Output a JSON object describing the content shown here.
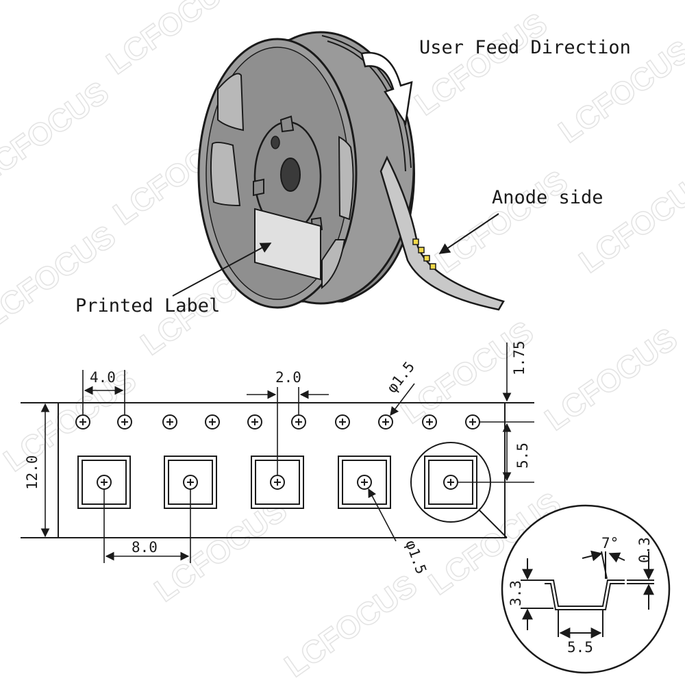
{
  "watermark": "LCFOCUS",
  "labels": {
    "feed_direction": "User Feed Direction",
    "anode_side": "Anode side",
    "printed_label": "Printed Label"
  },
  "dimensions": {
    "sprocket_pitch": "4.0",
    "pocket_to_hole_offset": "2.0",
    "sprocket_hole_dia": "φ1.5",
    "edge_to_hole": "1.75",
    "tape_width": "12.0",
    "hole_to_pocket_center": "5.5",
    "pocket_pitch": "8.0",
    "pocket_hole_dia": "φ1.5",
    "draft_angle": "7°",
    "tape_thickness": "0.3",
    "pocket_depth": "3.3",
    "pocket_width": "5.5"
  },
  "colors": {
    "line": "#1a1a1a",
    "reel_fill": "#9a9a9a",
    "reel_dark": "#7a7a7a",
    "tape_fill": "#c8c8c8",
    "led_yellow": "#f2d94a",
    "watermark": "#e4e4e4"
  }
}
